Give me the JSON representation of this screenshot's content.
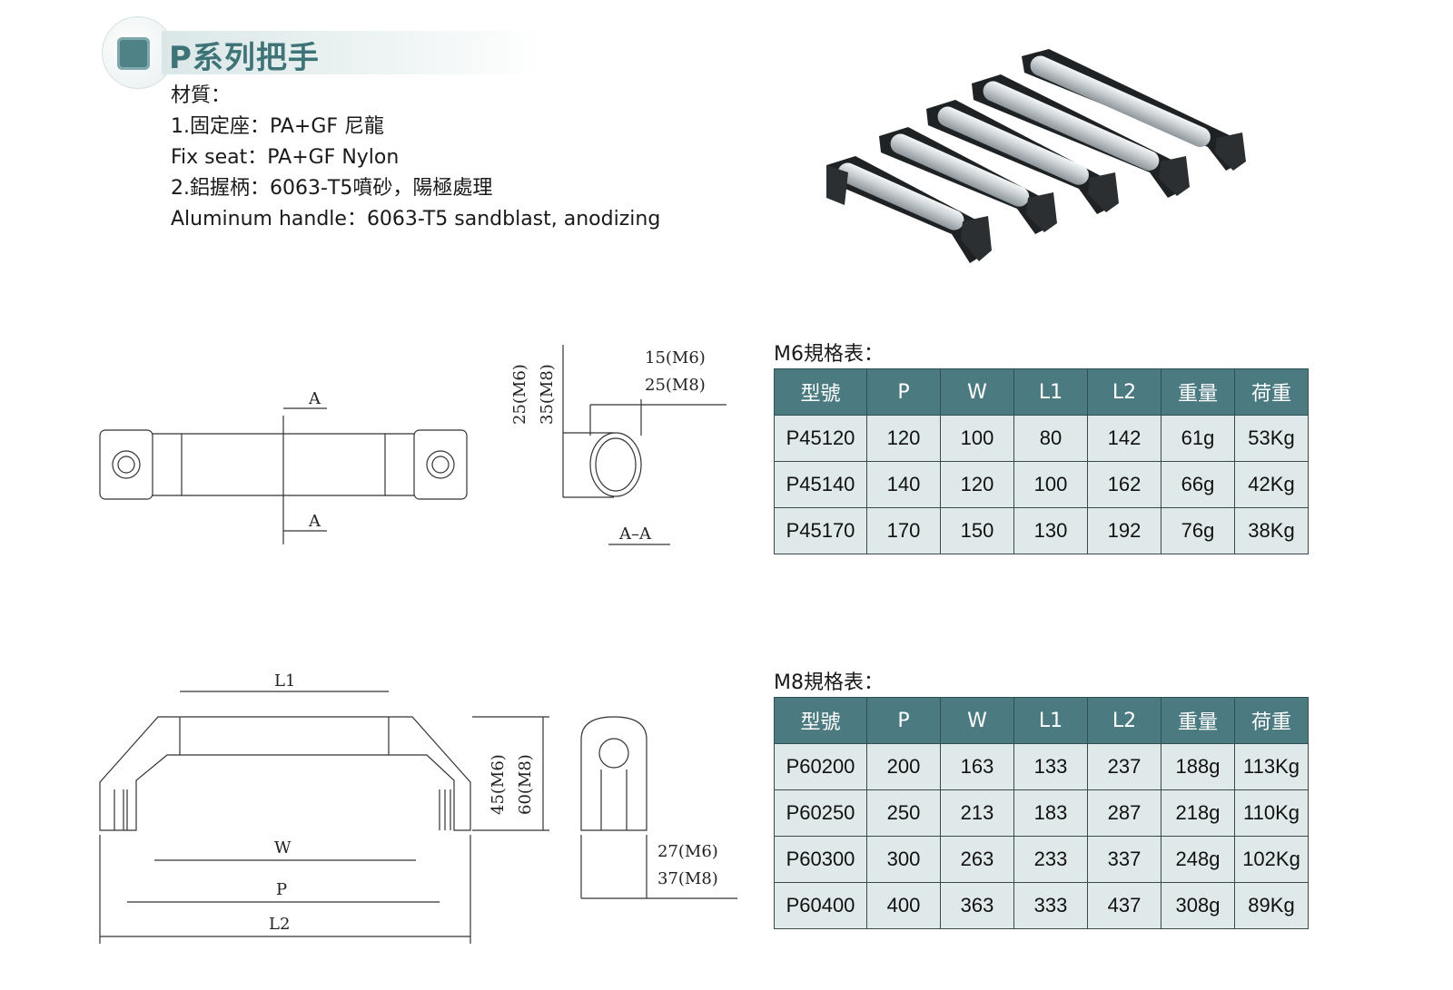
{
  "header": {
    "title": "P系列把手",
    "accent_color": "#4b7b80"
  },
  "specs": {
    "material_label": "材質：",
    "line1": "1.固定座：PA+GF 尼龍",
    "line2": "Fix seat：PA+GF Nylon",
    "line3": "2.鋁握柄：6063-T5噴砂，陽極處理",
    "line4": "Aluminum handle：6063-T5 sandblast, anodizing"
  },
  "drawing": {
    "section_mark": "A",
    "section_label": "A–A",
    "dim_15": "15(M6)",
    "dim_25_top": "25(M8)",
    "dim_25_v": "25(M6)",
    "dim_35_v": "35(M8)",
    "dim_l1": "L1",
    "dim_w": "W",
    "dim_p": "P",
    "dim_l2": "L2",
    "dim_45": "45(M6)",
    "dim_60": "60(M8)",
    "dim_27": "27(M6)",
    "dim_37": "37(M8)"
  },
  "tables": {
    "headers": [
      "型號",
      "P",
      "W",
      "L1",
      "L2",
      "重量",
      "荷重"
    ],
    "m6": {
      "label": "M6規格表：",
      "rows": [
        [
          "P45120",
          "120",
          "100",
          "80",
          "142",
          "61g",
          "53Kg"
        ],
        [
          "P45140",
          "140",
          "120",
          "100",
          "162",
          "66g",
          "42Kg"
        ],
        [
          "P45170",
          "170",
          "150",
          "130",
          "192",
          "76g",
          "38Kg"
        ]
      ]
    },
    "m8": {
      "label": "M8規格表：",
      "rows": [
        [
          "P60200",
          "200",
          "163",
          "133",
          "237",
          "188g",
          "113Kg"
        ],
        [
          "P60250",
          "250",
          "213",
          "183",
          "287",
          "218g",
          "110Kg"
        ],
        [
          "P60300",
          "300",
          "263",
          "233",
          "337",
          "248g",
          "102Kg"
        ],
        [
          "P60400",
          "400",
          "363",
          "333",
          "437",
          "308g",
          "89Kg"
        ]
      ]
    }
  }
}
